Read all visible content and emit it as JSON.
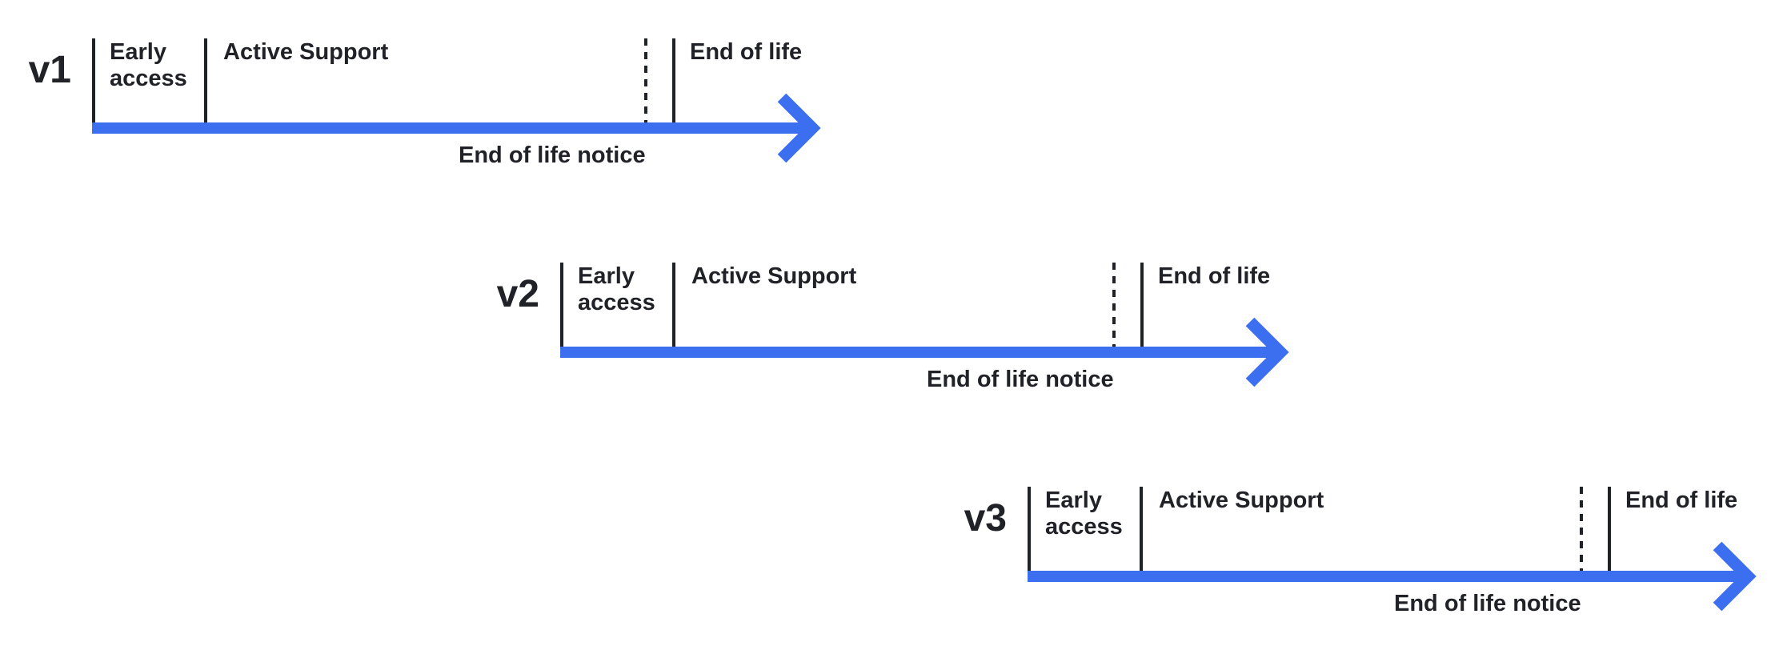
{
  "diagram_type": "version-lifecycle-timelines",
  "colors": {
    "arrow_blue": "#3c6ef0",
    "ink": "#202227",
    "background": "#ffffff"
  },
  "rows": [
    {
      "version": "v1",
      "early_access": "Early access",
      "active_support": "Active Support",
      "end_of_life": "End of life",
      "end_of_life_notice": "End of life notice"
    },
    {
      "version": "v2",
      "early_access": "Early access",
      "active_support": "Active Support",
      "end_of_life": "End of life",
      "end_of_life_notice": "End of life notice"
    },
    {
      "version": "v3",
      "early_access": "Early access",
      "active_support": "Active Support",
      "end_of_life": "End of life",
      "end_of_life_notice": "End of life notice"
    }
  ]
}
